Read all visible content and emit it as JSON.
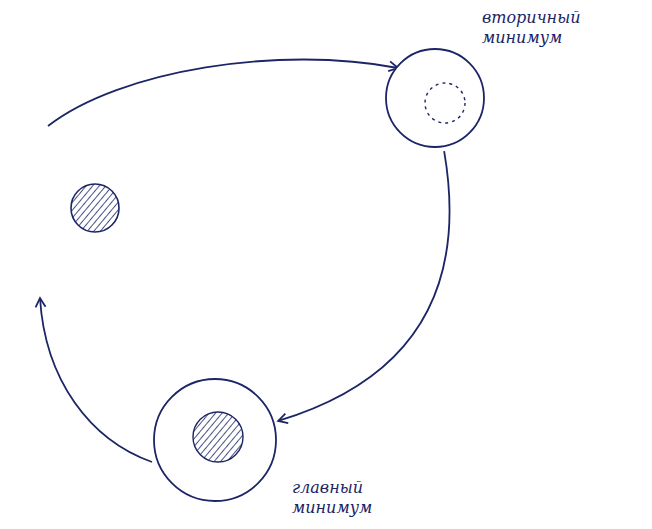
{
  "diagram": {
    "nodes": [
      {
        "text": [
          "вторичный минимум"
        ]
      },
      {
        "text": [
          "главный минимум"
        ]
      }
    ],
    "edges": [
      {
        "from": 0,
        "to": 1,
        "arrow": "to"
      }
    ]
  }
}
